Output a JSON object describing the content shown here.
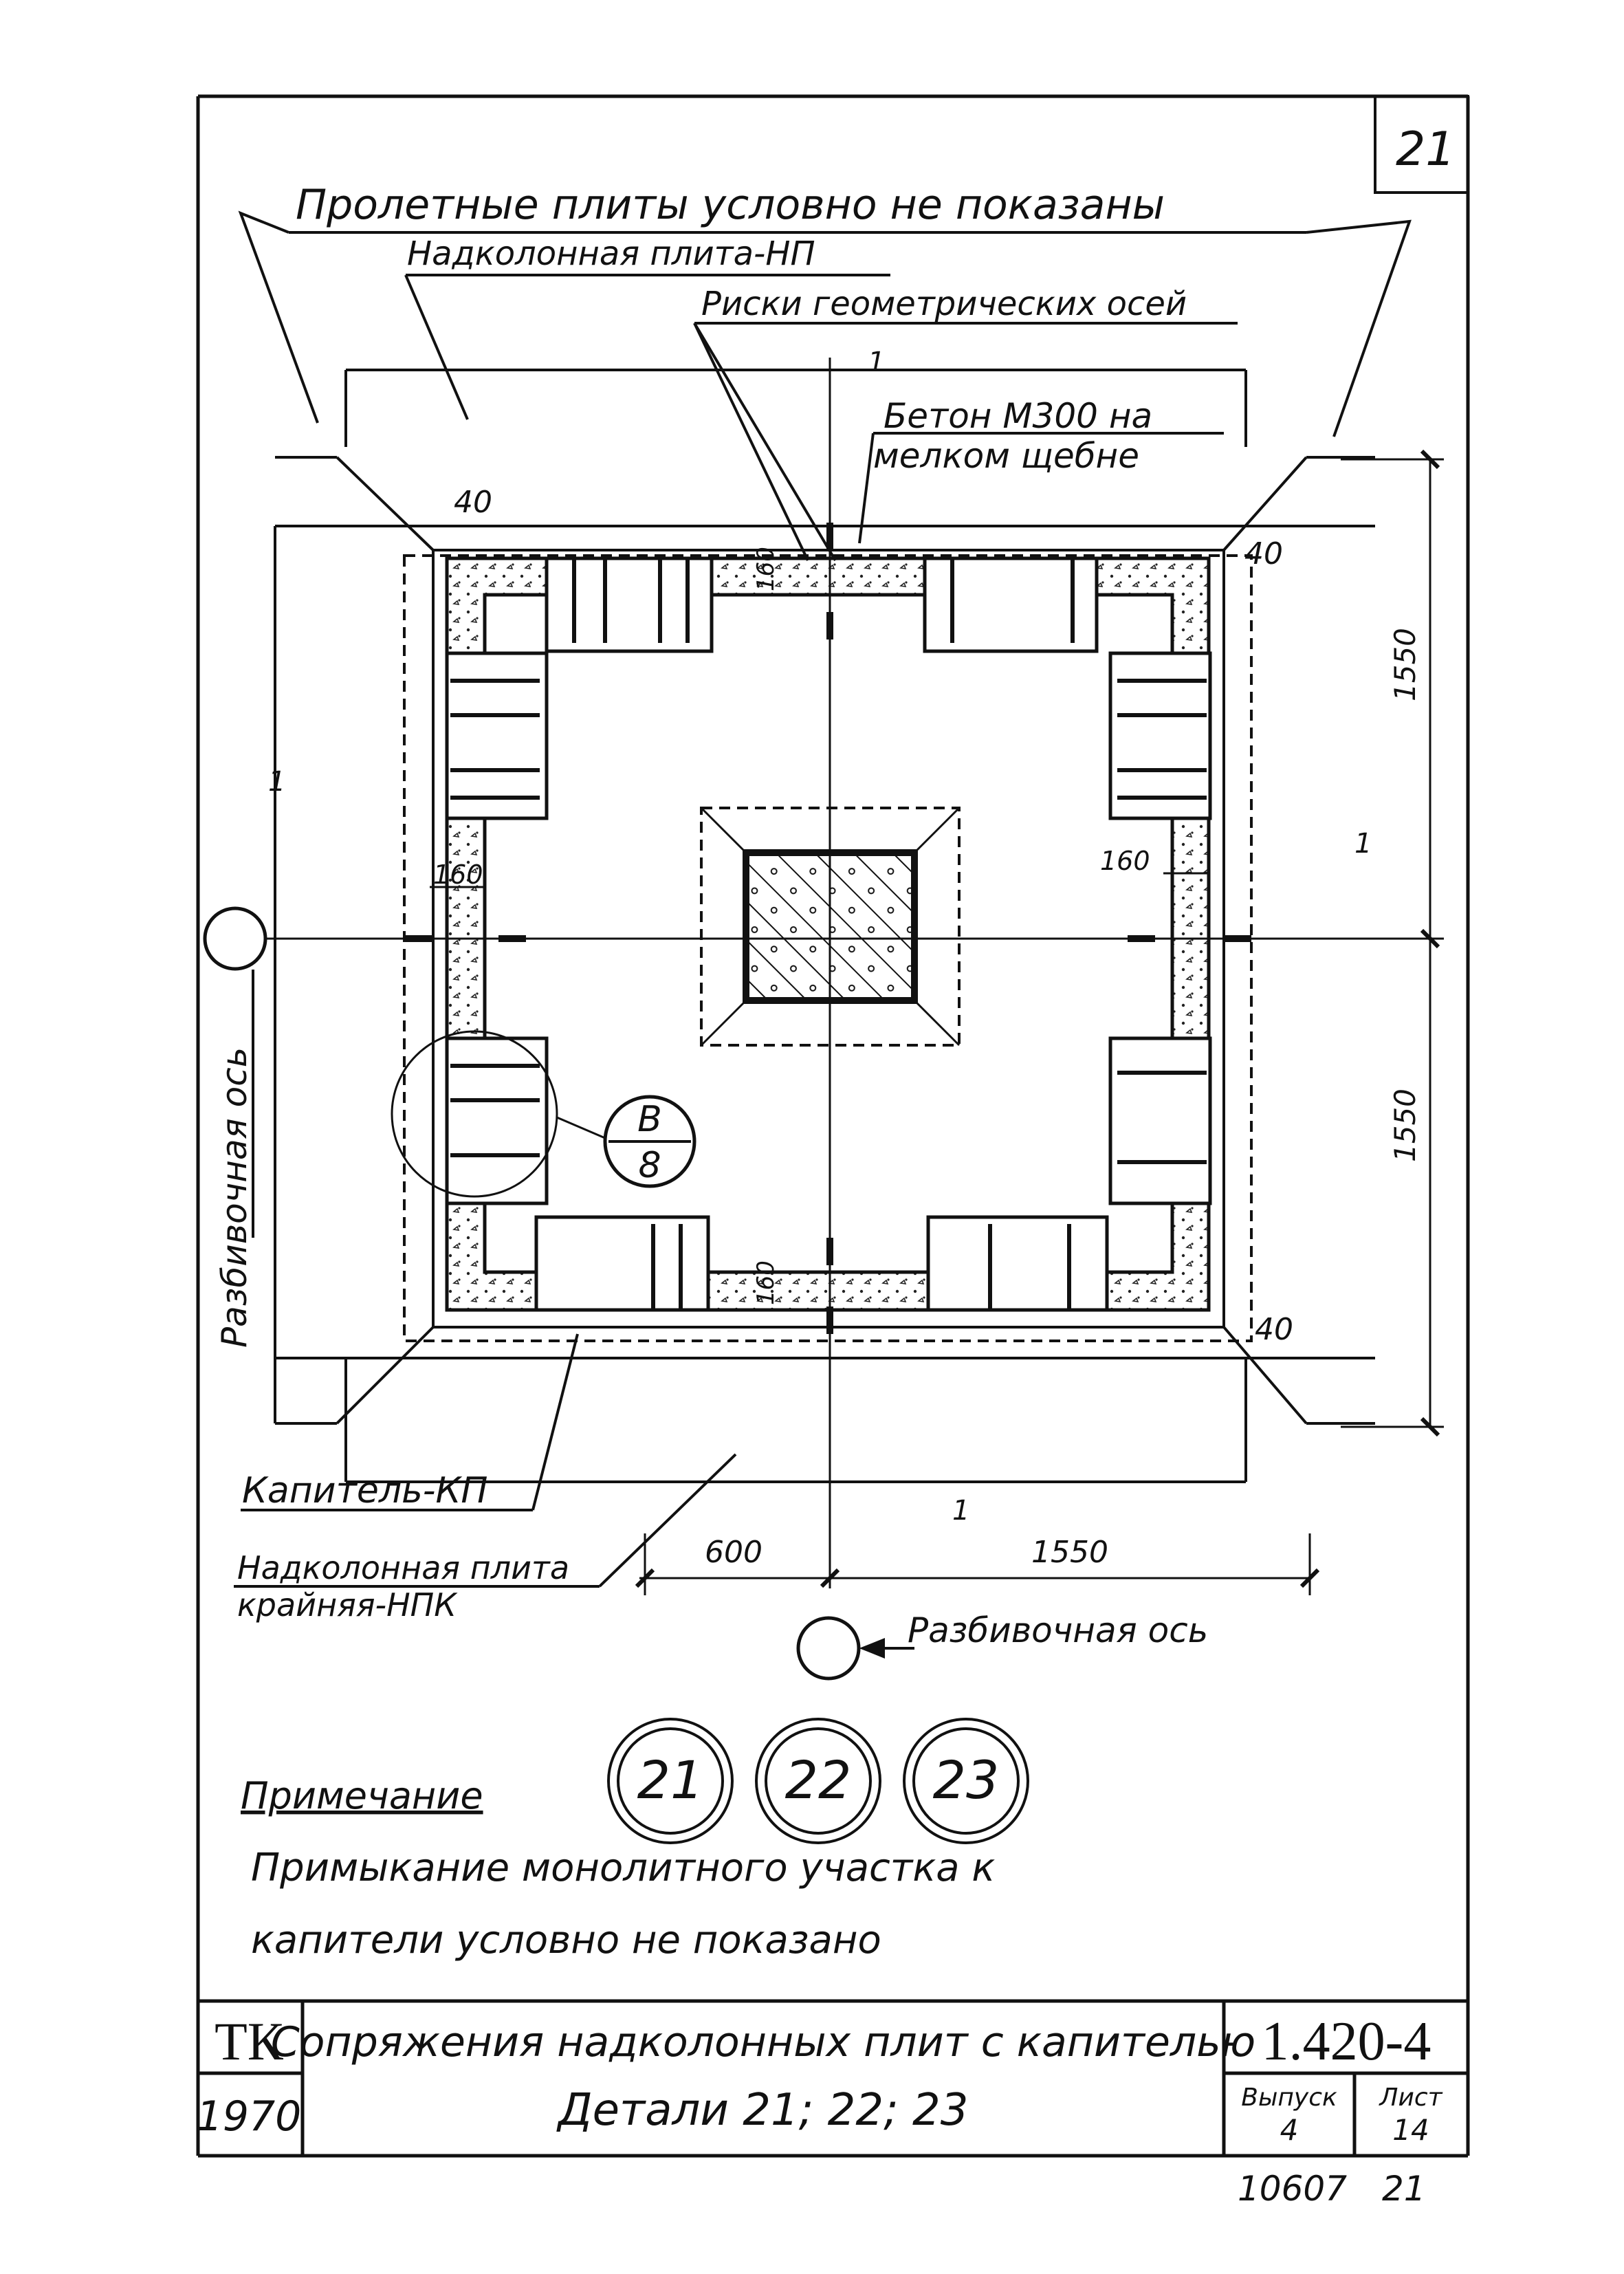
{
  "sheet_corner_number": "21",
  "labels": {
    "span_slabs_note": "Пролетные плиты условно не показаны",
    "column_slab": "Надколонная плита-НП",
    "axis_marks": "Риски геометрических осей",
    "concrete_line1": "Бетон М300 на",
    "concrete_line2": "мелком щебне",
    "capital": "Капитель-КП",
    "edge_slab_line1": "Надколонная плита",
    "edge_slab_line2": "крайняя-НПК",
    "layout_axis_bottom": "Разбивочная ось",
    "layout_axis_left": "Разбивочная ось",
    "section_mark_top": "1",
    "section_mark_right": "1",
    "section_mark_left": "1",
    "section_mark_bottom": "1"
  },
  "dimensions": {
    "gap_top_left": "40",
    "gap_top_right": "40",
    "gap_bottom_right": "40",
    "thickness_top": "160",
    "thickness_bottom": "160",
    "thickness_left": "160",
    "thickness_right": "160",
    "right_upper": "1550",
    "right_lower": "1550",
    "bottom_left": "600",
    "bottom_right": "1550"
  },
  "callout": {
    "top": "В",
    "bottom": "8"
  },
  "detail_circles": [
    "21",
    "22",
    "23"
  ],
  "note": {
    "heading": "Примечание",
    "line1": "Примыкание монолитного участка к",
    "line2": "капители условно не показано"
  },
  "title_block": {
    "organization": "ТК",
    "year": "1970",
    "title_line1": "Сопряжения надколонных плит с капителью",
    "title_line2": "Детали 21; 22; 23",
    "series": "1.420-4",
    "issue_label": "Выпуск",
    "issue_value": "4",
    "sheet_label": "Лист",
    "sheet_value": "14",
    "archive_number": "10607",
    "archive_sheet": "21"
  }
}
